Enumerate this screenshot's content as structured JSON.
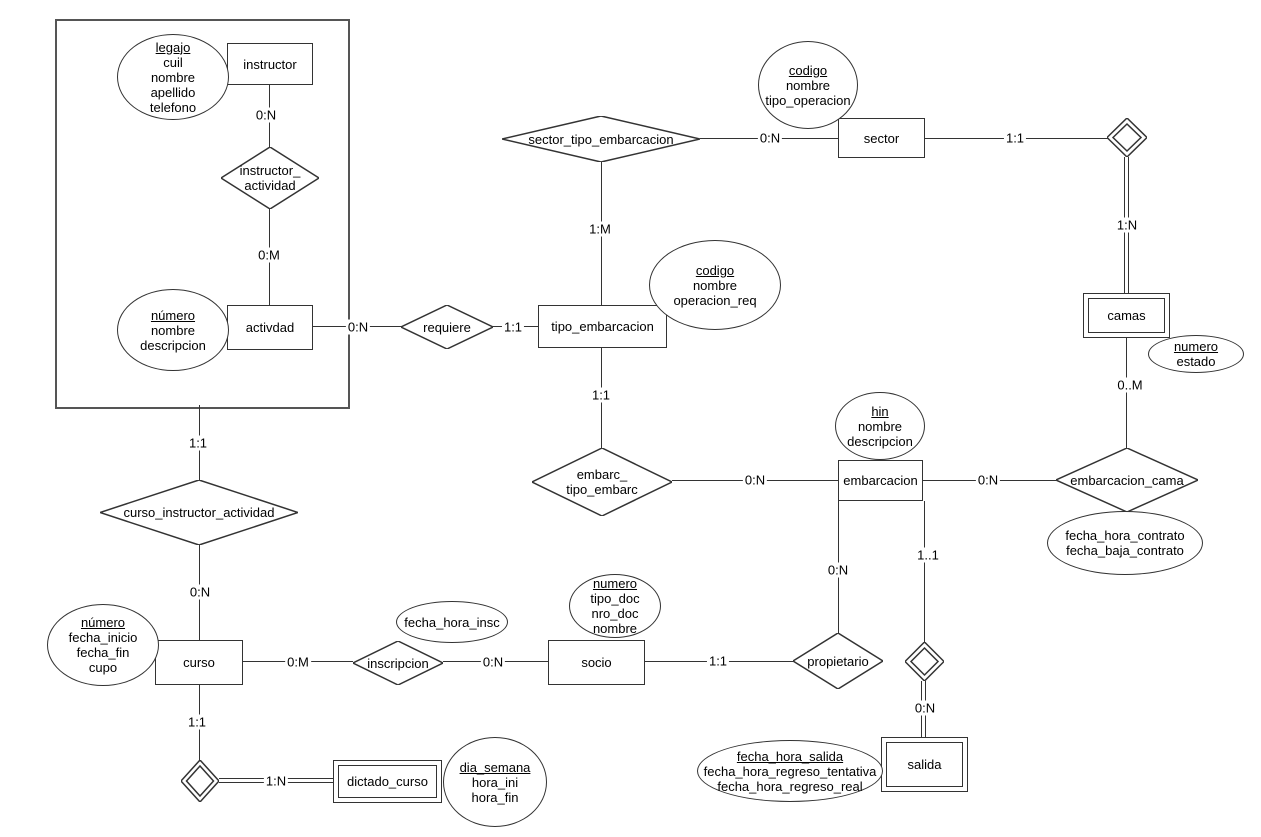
{
  "er": {
    "entities": {
      "instructor": "instructor",
      "actividad": "activdad",
      "sector": "sector",
      "tipo_embarcacion": "tipo_embarcacion",
      "embarcacion": "embarcacion",
      "curso": "curso",
      "socio": "socio"
    },
    "weak_entities": {
      "camas": "camas",
      "dictado_curso": "dictado_curso",
      "salida": "salida"
    },
    "relationships": {
      "instructor_actividad": [
        "instructor_",
        "actividad"
      ],
      "sector_tipo_embarcacion": [
        "sector_tipo_embarcacion"
      ],
      "requiere": [
        "requiere"
      ],
      "embarc_tipo_embarc": [
        "embarc_",
        "tipo_embarc"
      ],
      "curso_instructor_actividad": [
        "curso_instructor_actividad"
      ],
      "inscripcion": [
        "inscripcion"
      ],
      "propietario": [
        "propietario"
      ],
      "embarcacion_cama": [
        "embarcacion_cama"
      ]
    },
    "attributes": {
      "instructor": [
        "legajo",
        "cuil",
        "nombre",
        "apellido",
        "telefono"
      ],
      "actividad": [
        "número",
        "nombre",
        "descripcion"
      ],
      "sector": [
        "codigo",
        "nombre",
        "tipo_operacion"
      ],
      "tipo_embarcacion": [
        "codigo",
        "nombre",
        "operacion_req"
      ],
      "camas": [
        "numero",
        "estado"
      ],
      "embarcacion": [
        "hin",
        "nombre",
        "descripcion"
      ],
      "embarcacion_cama": [
        "fecha_hora_contrato",
        "fecha_baja_contrato"
      ],
      "curso": [
        "número",
        "fecha_inicio",
        "fecha_fin",
        "cupo"
      ],
      "inscripcion": [
        "fecha_hora_insc"
      ],
      "socio": [
        "numero",
        "tipo_doc",
        "nro_doc",
        "nombre"
      ],
      "salida": [
        "fecha_hora_salida",
        "fecha_hora_regreso_tentativa",
        "fecha_hora_regreso_real"
      ],
      "dictado_curso": [
        "dia_semana",
        "hora_ini",
        "hora_fin"
      ]
    },
    "cardinalities": {
      "instructor_to_instructor_actividad": "0:N",
      "instructor_actividad_to_actividad": "0:M",
      "actividad_to_requiere": "0:N",
      "requiere_to_tipo_embarcacion": "1:1",
      "tipo_embarcacion_to_sector_tipo_embarcacion": "1:M",
      "sector_tipo_embarcacion_to_sector": "0:N",
      "sector_to_identifying": "1:1",
      "identifying_to_camas": "1:N",
      "camas_to_embarcacion_cama": "0..M",
      "tipo_embarcacion_to_embarc_tipo_embarc": "1:1",
      "embarc_tipo_embarc_to_embarcacion": "0:N",
      "embarcacion_to_embarcacion_cama": "0:N",
      "embarcacion_to_propietario": "0:N",
      "embarcacion_to_salida_identifying": "1..1",
      "salida_identifying_to_salida": "0:N",
      "socio_to_propietario": "1:1",
      "inscripcion_to_socio": "0:N",
      "curso_to_inscripcion": "0:M",
      "curso_to_curso_instructor_actividad": "0:N",
      "curso_instructor_actividad_to_aggregation": "1:1",
      "curso_to_dictado_identifying": "1:1",
      "dictado_identifying_to_dictado_curso": "1:N"
    }
  }
}
